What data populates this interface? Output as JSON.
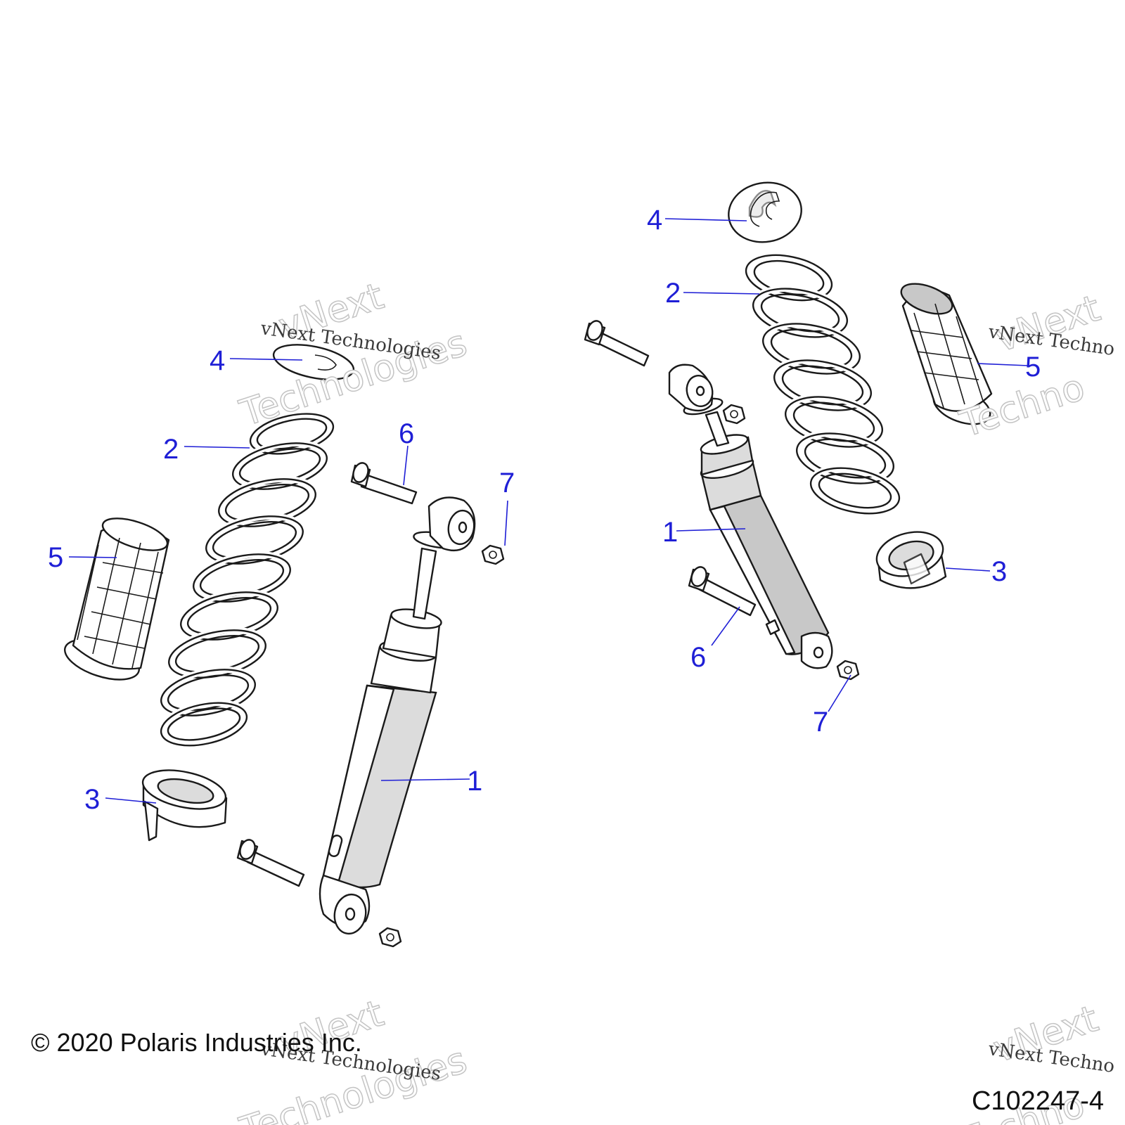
{
  "diagram": {
    "callouts": {
      "left": [
        {
          "id": "l1",
          "text": "1"
        },
        {
          "id": "l2",
          "text": "2"
        },
        {
          "id": "l3",
          "text": "3"
        },
        {
          "id": "l4",
          "text": "4"
        },
        {
          "id": "l5",
          "text": "5"
        },
        {
          "id": "l6",
          "text": "6"
        },
        {
          "id": "l7",
          "text": "7"
        }
      ],
      "right": [
        {
          "id": "r1",
          "text": "1"
        },
        {
          "id": "r2",
          "text": "2"
        },
        {
          "id": "r3",
          "text": "3"
        },
        {
          "id": "r4",
          "text": "4"
        },
        {
          "id": "r5",
          "text": "5"
        },
        {
          "id": "r6",
          "text": "6"
        },
        {
          "id": "r7",
          "text": "7"
        }
      ]
    },
    "callout_color": "#1f1fd6",
    "watermark": {
      "big": "vNext",
      "big2": "Technologies",
      "small": "vNext Technologies",
      "small_cut": "vNext Techno",
      "big2_cut": "Techno"
    },
    "footer": {
      "copyright": "© 2020 Polaris Industries Inc.",
      "figure_code": "C102247-4"
    }
  }
}
